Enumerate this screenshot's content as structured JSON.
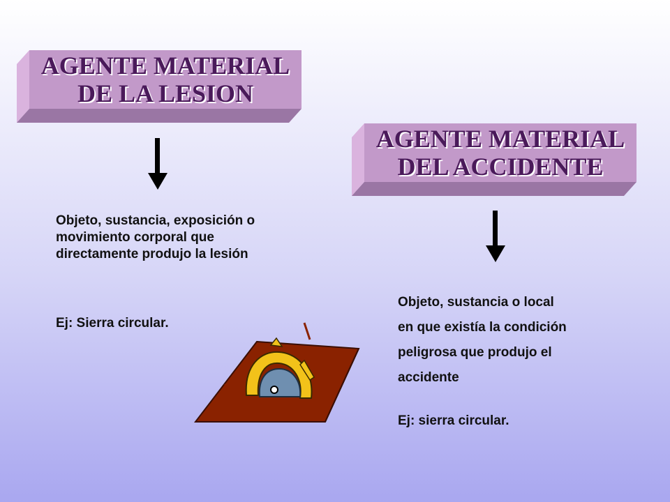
{
  "left_box": {
    "line1": "AGENTE MATERIAL",
    "line2": "DE LA LESION"
  },
  "right_box": {
    "line1": "AGENTE MATERIAL",
    "line2": "DEL ACCIDENTE"
  },
  "left_text": {
    "lines": [
      "Objeto, sustancia, exposición o",
      "movimiento corporal que",
      "directamente produjo la lesión"
    ],
    "example": "Ej: Sierra circular."
  },
  "right_text": {
    "lines": [
      "Objeto, sustancia o local",
      "en que existía la condición",
      "peligrosa que produjo el",
      "accidente"
    ],
    "example": "Ej: sierra circular."
  },
  "colors": {
    "box_face": "#c299c9",
    "box_top": "#e6c7ea",
    "box_side": "#d6acd9",
    "box_bottom": "#9a76a4",
    "label_text": "#4a1a5a",
    "arrow": "#000000",
    "table_top": "#8a2200",
    "guard_yellow": "#f2c21a",
    "blade_gray": "#6f8fb0"
  },
  "icons": {
    "arrow": "arrow-down-icon",
    "saw": "circular-saw-icon"
  }
}
